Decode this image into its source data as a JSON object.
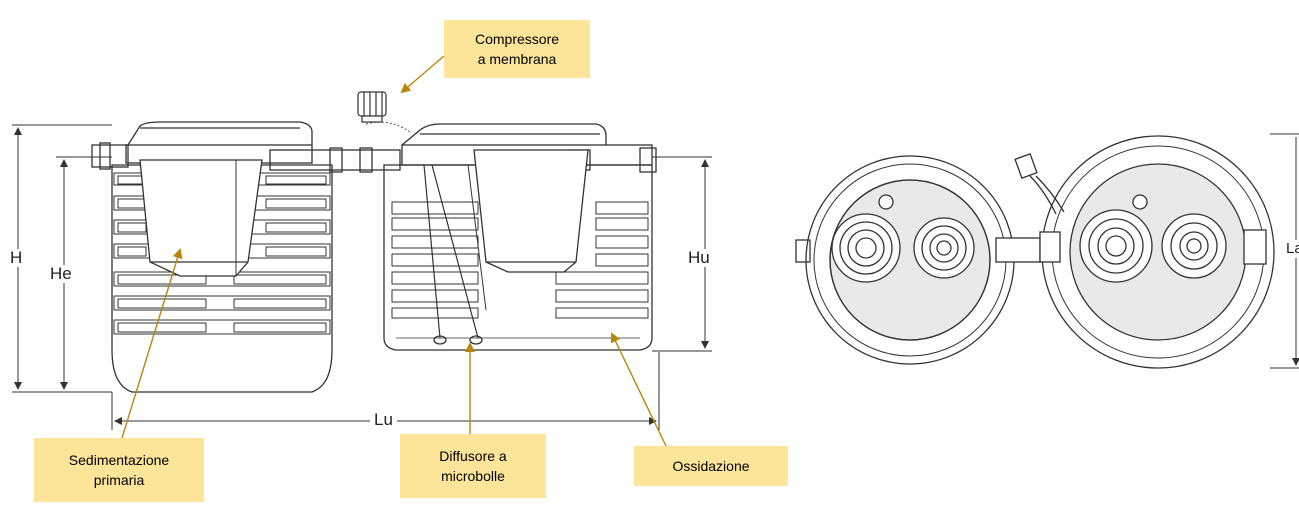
{
  "callouts": {
    "compressor": "Compressore\na membrana",
    "sedimentation": "Sedimentazione\nprimaria",
    "diffuser": "Diffusore a\nmicrobolle",
    "oxidation": "Ossidazione"
  },
  "dimensions": {
    "h": "H",
    "he": "He",
    "hu": "Hu",
    "lu": "Lu",
    "la": "La"
  },
  "colors": {
    "callout_fill": "#FCE598",
    "leader_line": "#B8860B",
    "drawing_stroke": "#333333"
  }
}
